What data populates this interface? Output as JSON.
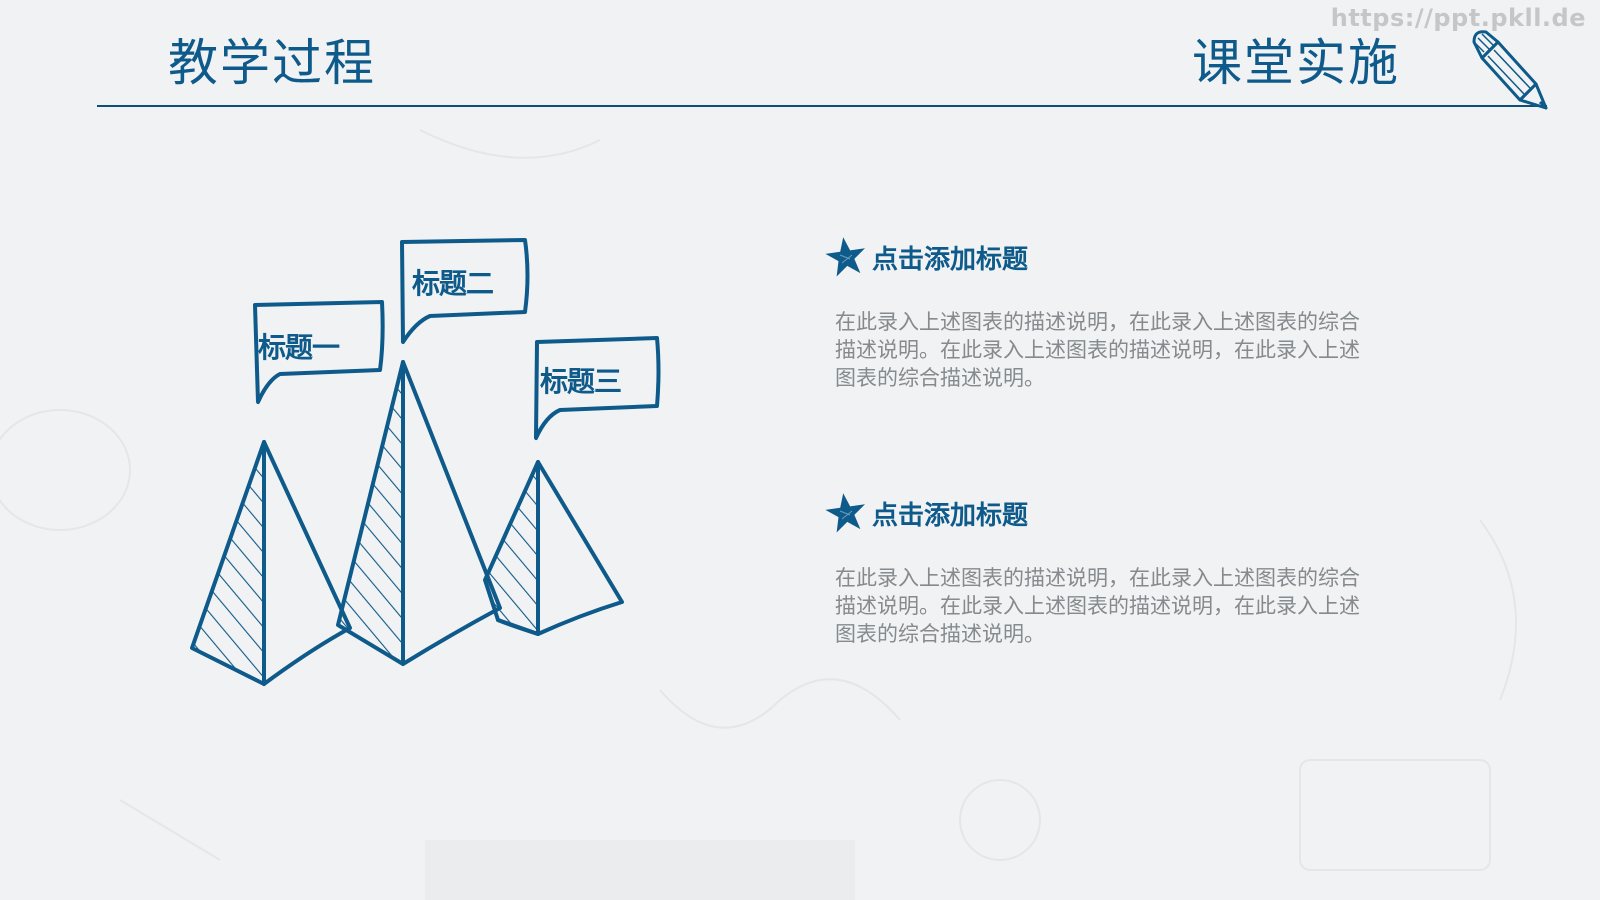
{
  "watermark": "https://ppt.pkll.de",
  "header": {
    "left_title": "教学过程",
    "right_title": "课堂实施",
    "accent_color": "#0e5a8a"
  },
  "diagram": {
    "type": "pyramids-with-speech-bubbles",
    "bubbles": [
      {
        "label": "标题一"
      },
      {
        "label": "标题二"
      },
      {
        "label": "标题三"
      }
    ]
  },
  "items": [
    {
      "icon": "star-icon",
      "title": "点击添加标题",
      "text": "在此录入上述图表的描述说明，在此录入上述图表的综合描述说明。在此录入上述图表的描述说明，在此录入上述图表的综合描述说明。"
    },
    {
      "icon": "star-icon",
      "title": "点击添加标题",
      "text": "在此录入上述图表的描述说明，在此录入上述图表的综合描述说明。在此录入上述图表的描述说明，在此录入上述图表的综合描述说明。"
    }
  ]
}
